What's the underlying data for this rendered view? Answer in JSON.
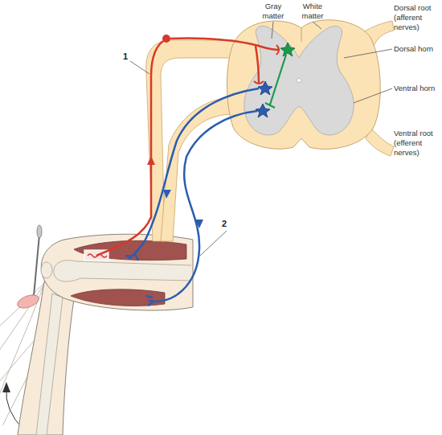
{
  "diagram": {
    "labels": [
      "Gray matter",
      "White matter",
      "Dorsal root (afferent nerves)",
      "Dorsal horn",
      "Ventral horn",
      "Ventral root (efferent nerves)",
      "1",
      "2"
    ]
  }
}
